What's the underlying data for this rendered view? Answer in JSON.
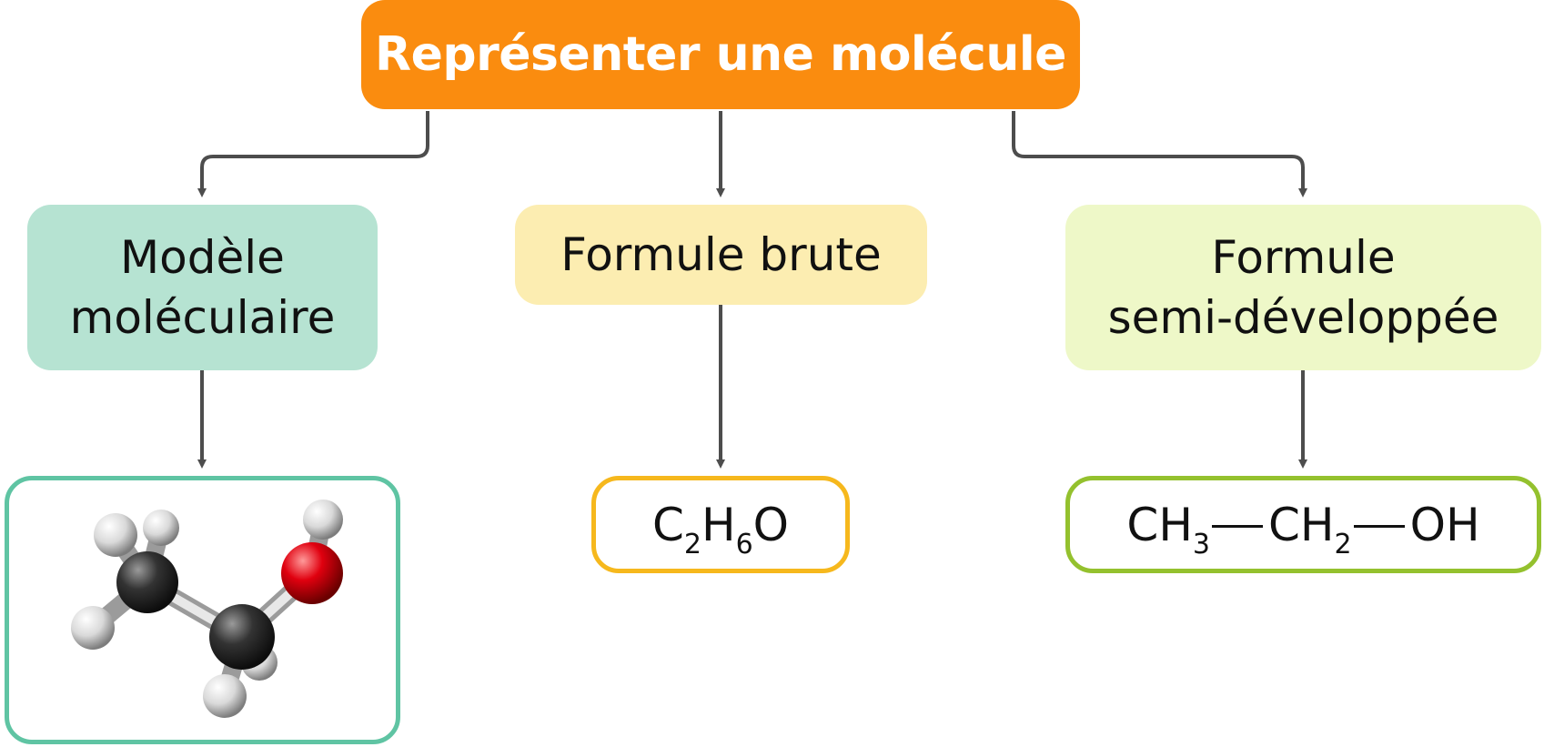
{
  "title": "Représenter une molécule",
  "categories": {
    "model": {
      "line1": "Modèle",
      "line2": "moléculaire"
    },
    "brute": {
      "label": "Formule brute"
    },
    "semi": {
      "line1": "Formule",
      "line2": "semi-développée"
    }
  },
  "results": {
    "brute": {
      "C": "C",
      "n1": "2",
      "H": "H",
      "n2": "6",
      "O": "O"
    },
    "semi": {
      "g1": "CH",
      "n1": "3",
      "g2": "CH",
      "n2": "2",
      "g3": "OH"
    }
  },
  "colors": {
    "root": "#fa8c0f",
    "model_fill": "#b6e3d2",
    "model_border": "#5fc4a3",
    "brute_fill": "#fcedb1",
    "brute_border": "#f6b81d",
    "semi_fill": "#eef8c8",
    "semi_border": "#94c12e",
    "connector": "#4d4d4d",
    "atom_carbon": "#333333",
    "atom_hydrogen": "#e8e8e8",
    "atom_oxygen": "#e0000f"
  }
}
